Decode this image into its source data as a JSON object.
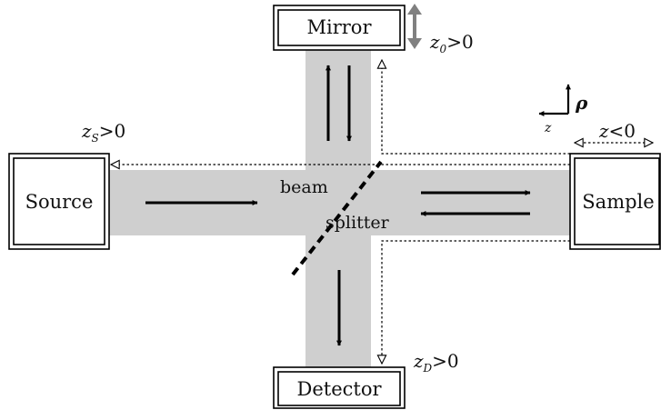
{
  "diagram": {
    "boxes": {
      "mirror": "Mirror",
      "source": "Source",
      "sample": "Sample",
      "detector": "Detector"
    },
    "splitter_labels": {
      "line1": "beam",
      "line2": "splitter"
    },
    "axes": {
      "rho": "ρ",
      "z": "z"
    },
    "distances": {
      "mirror": {
        "var": "z",
        "sub": "0",
        "rel": ">0"
      },
      "source": {
        "var": "z",
        "sub": "S",
        "rel": ">0"
      },
      "sample": {
        "var": "z",
        "sub": "",
        "rel": "<0"
      },
      "detector": {
        "var": "z",
        "sub": "D",
        "rel": ">0"
      }
    },
    "colors": {
      "beam_fill": "#cfcfcf",
      "arrow": "#000000",
      "mirror_motion_arrow": "#808080",
      "splitter": "#000000"
    }
  }
}
